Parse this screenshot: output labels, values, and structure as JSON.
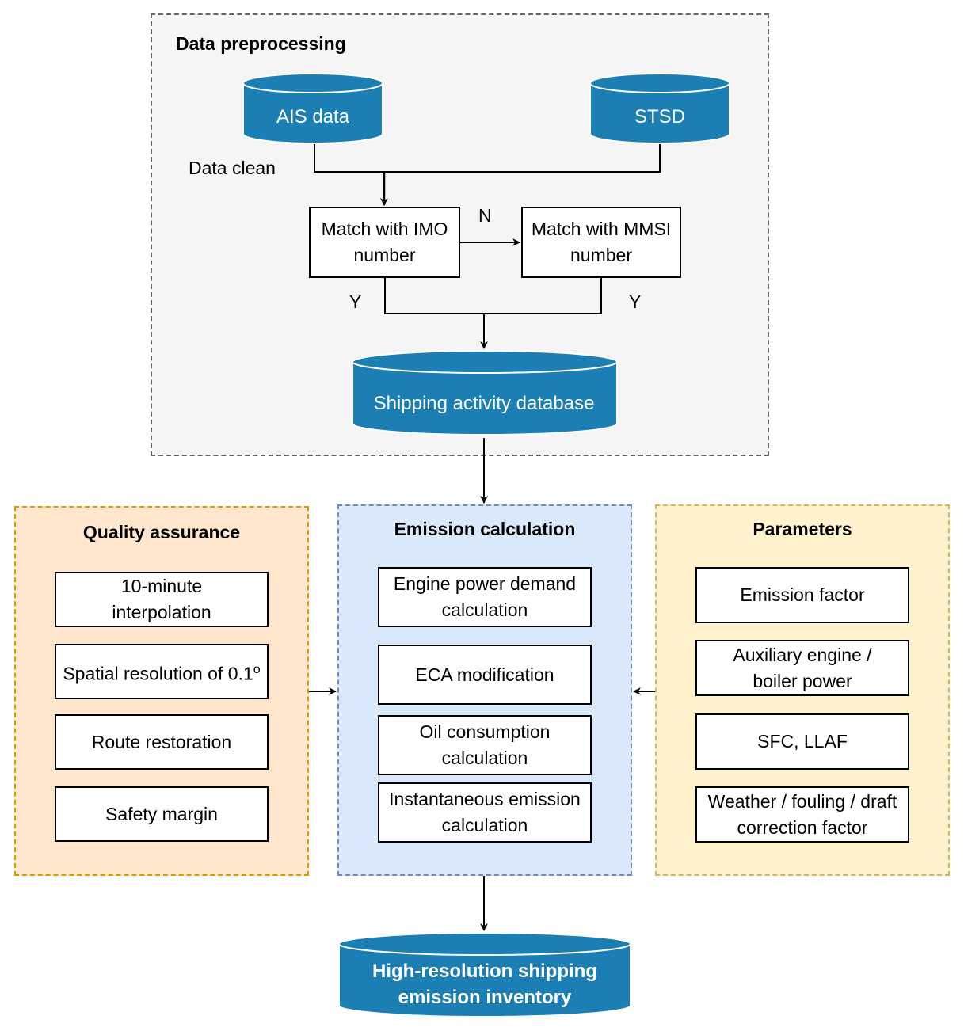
{
  "colors": {
    "cylinder_fill": "#1b7fb4",
    "preprocessing_bg": "#f5f5f5",
    "quality_bg": "#ffe6cc",
    "quality_border": "#d79b00",
    "emission_bg": "#dae8fc",
    "emission_border": "#6c8ebf",
    "parameters_bg": "#fff2cc",
    "parameters_border": "#d6b656"
  },
  "preprocessing": {
    "title": "Data preprocessing",
    "ais_data": "AIS data",
    "stsd": "STSD",
    "data_clean_label": "Data clean",
    "match_imo": "Match with IMO number",
    "match_mmsi": "Match with MMSI number",
    "no_label": "N",
    "yes_label_left": "Y",
    "yes_label_right": "Y",
    "shipping_db": "Shipping activity database"
  },
  "quality": {
    "title": "Quality assurance",
    "items": [
      {
        "label": "10-minute interpolation"
      },
      {
        "label": "Spatial resolution of 0.1",
        "sup": "o"
      },
      {
        "label": "Route restoration"
      },
      {
        "label": "Safety margin"
      }
    ]
  },
  "emission": {
    "title": "Emission calculation",
    "items": [
      {
        "label": "Engine power demand calculation"
      },
      {
        "label": "ECA modification"
      },
      {
        "label": "Oil consumption calculation"
      },
      {
        "label": "Instantaneous emission calculation"
      }
    ]
  },
  "parameters": {
    "title": "Parameters",
    "items": [
      {
        "label": "Emission factor"
      },
      {
        "label": "Auxiliary engine / boiler power"
      },
      {
        "label": "SFC, LLAF"
      },
      {
        "label": "Weather / fouling / draft correction factor"
      }
    ]
  },
  "output": {
    "inventory": "High-resolution shipping emission inventory"
  }
}
